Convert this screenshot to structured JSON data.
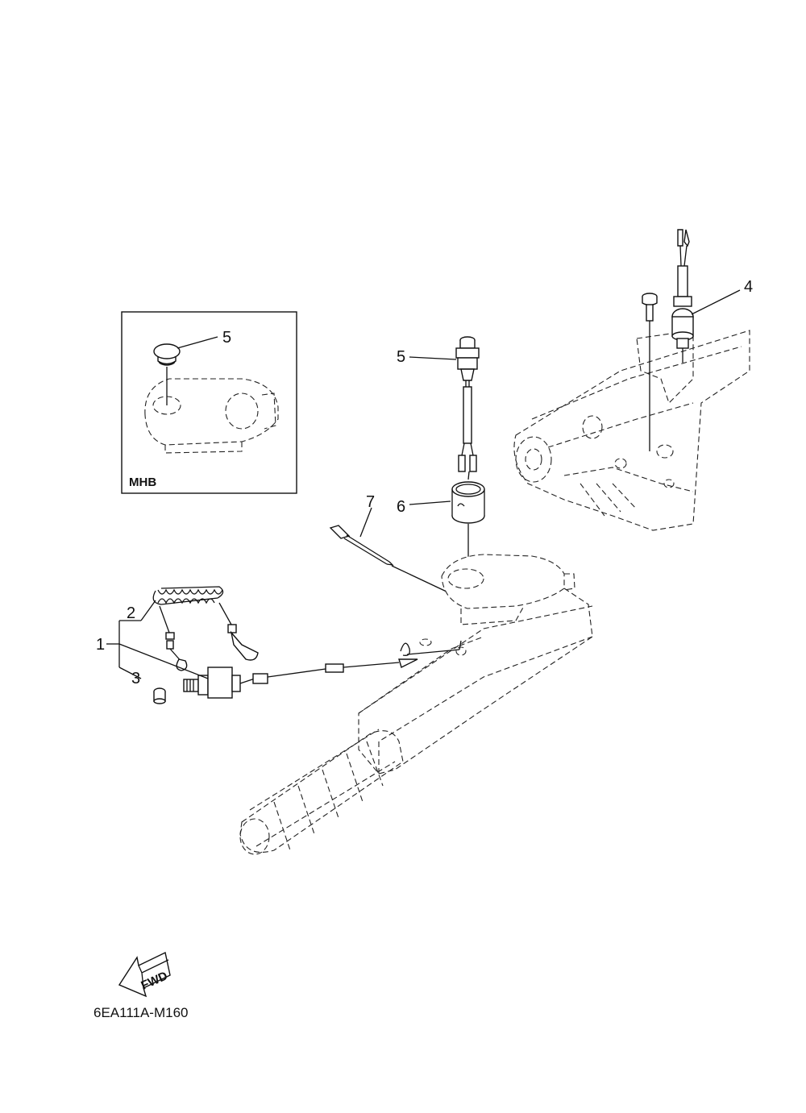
{
  "callouts": {
    "c1": "1",
    "c2": "2",
    "c3": "3",
    "c4": "4",
    "c5_inset": "5",
    "c5_main": "5",
    "c6": "6",
    "c7": "7"
  },
  "inset": {
    "label": "MHB"
  },
  "fwd_arrow": {
    "label": "FWD"
  },
  "diagram_code": "6EA111A-M160"
}
